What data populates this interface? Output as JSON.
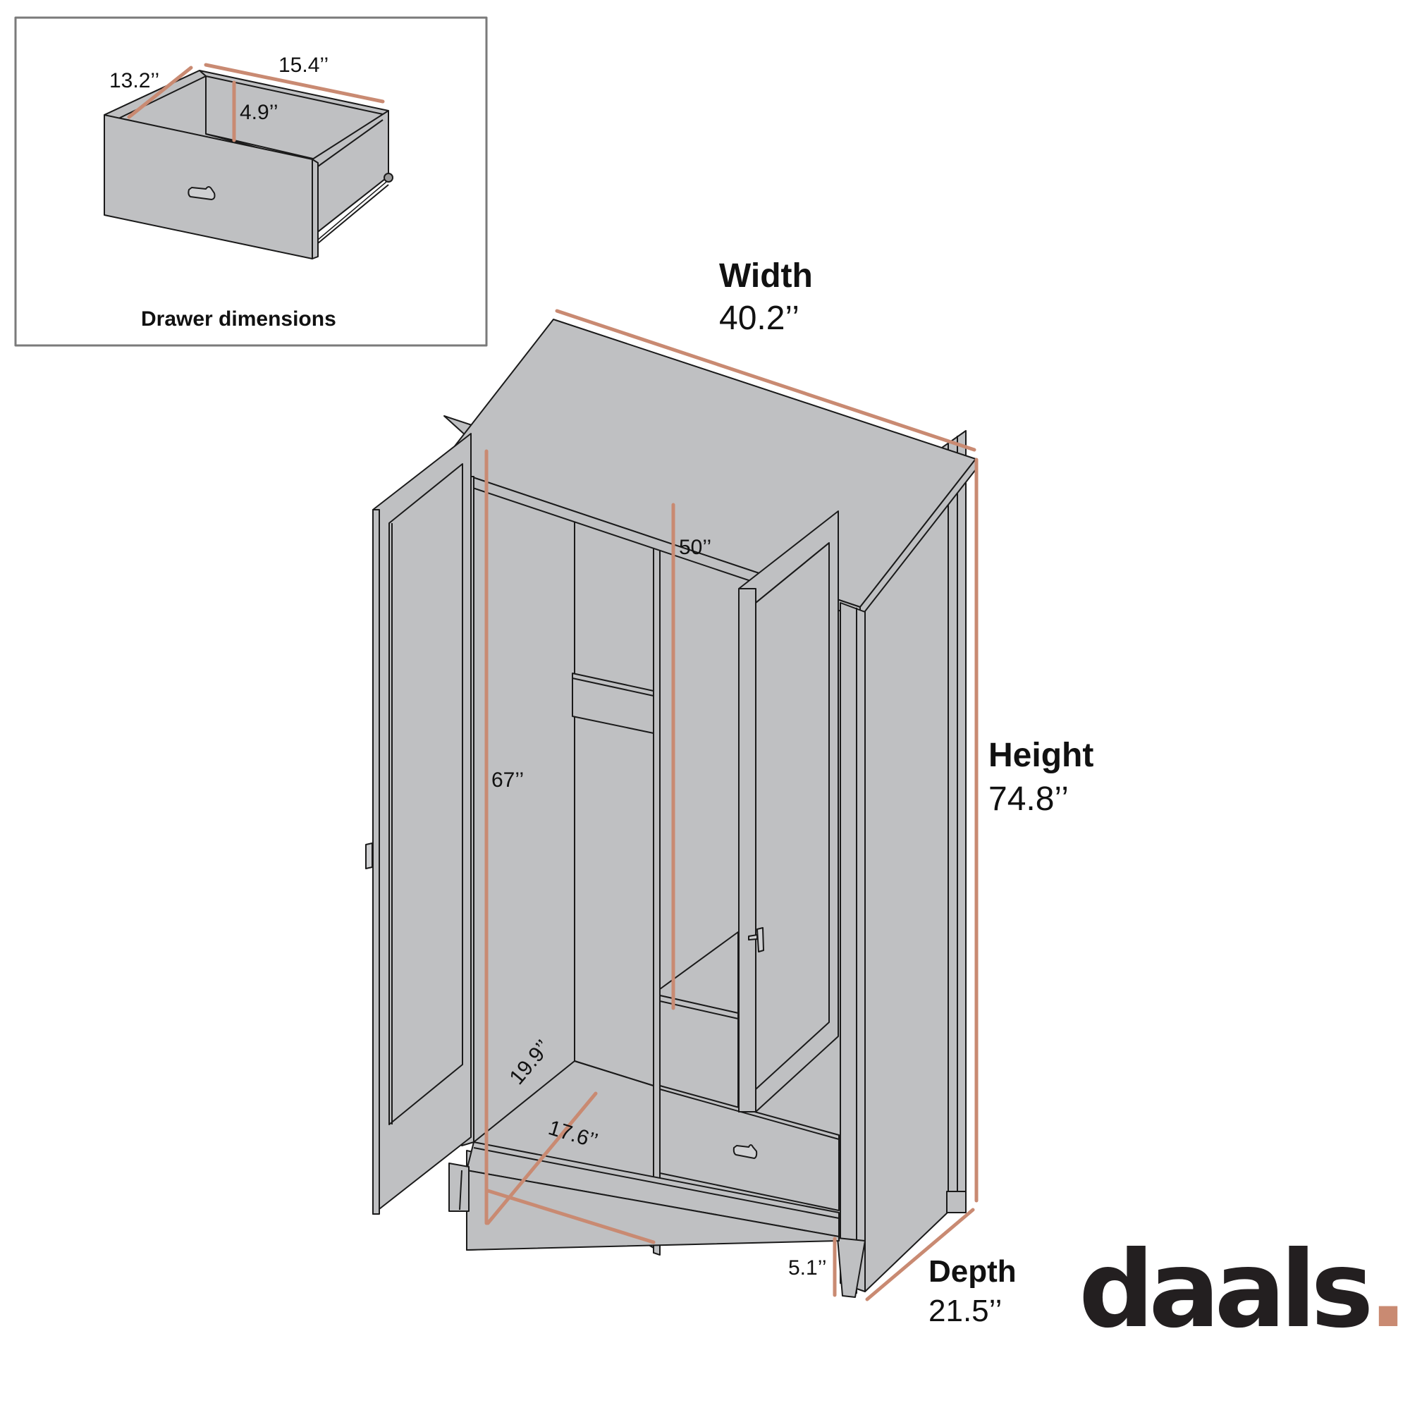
{
  "brand": {
    "name": "daals",
    "dot": ".",
    "accent_color": "#c98a72",
    "text_color": "#231f20"
  },
  "colors": {
    "furniture_fill": "#bfc0c2",
    "outline": "#1a1a1a",
    "dimension_line": "#c98a72",
    "inset_border": "#7a7a7a"
  },
  "inset": {
    "caption": "Drawer dimensions",
    "dimensions": {
      "depth": "13.2’’",
      "width": "15.4’’",
      "height": "4.9’’"
    }
  },
  "overall": {
    "width": {
      "title": "Width",
      "value": "40.2’’"
    },
    "height": {
      "title": "Height",
      "value": "74.8’’"
    },
    "depth": {
      "title": "Depth",
      "value": "21.5’’"
    }
  },
  "interior": {
    "hanging_height_left": "67’’",
    "hanging_height_right": "50’’",
    "interior_depth": "19.9’’",
    "interior_width": "17.6’’",
    "leg_height": "5.1’’"
  }
}
